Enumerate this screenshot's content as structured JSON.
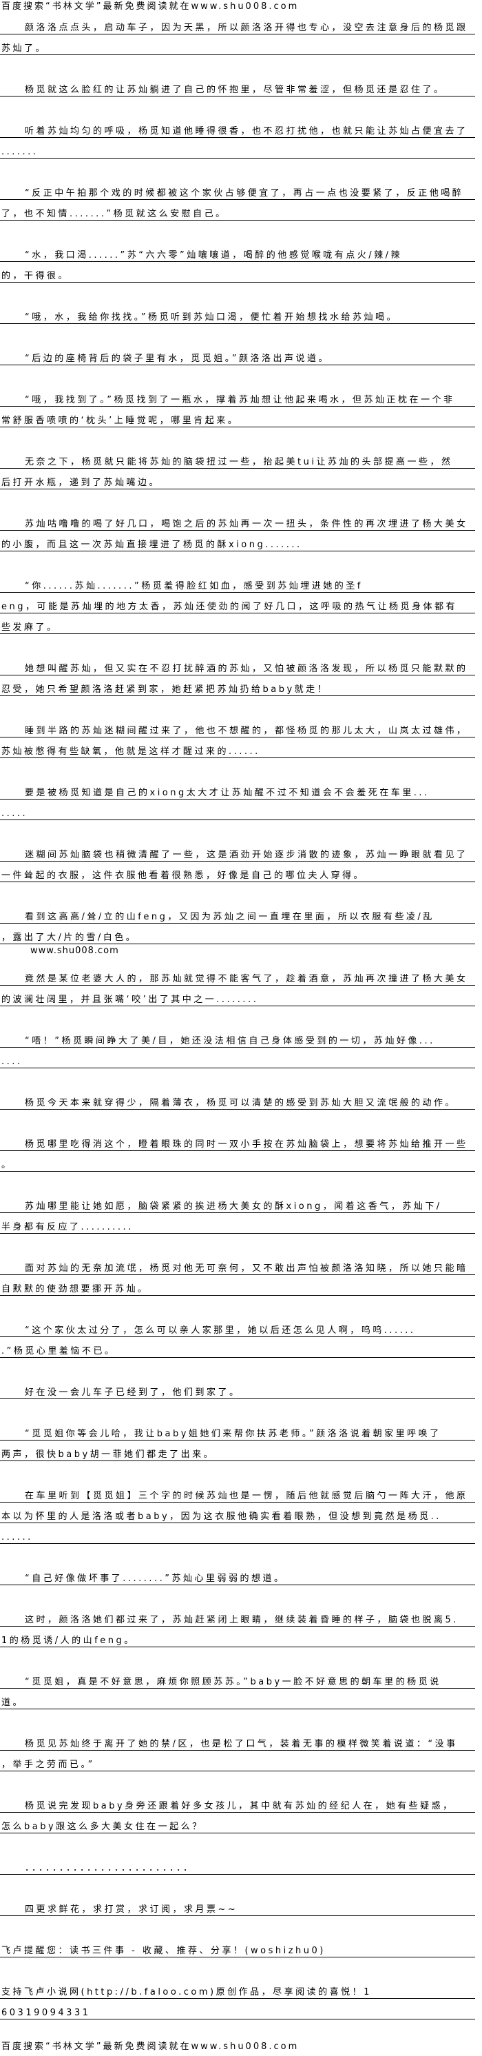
{
  "banner": "百度搜索“书林文学”最新免费阅读就在www.shu008.com",
  "items": [
    {
      "type": "p",
      "lines": [
        "颜洛洛点点头，启动车子，因为天黑，所以颜洛洛开得也专心，没空去注意身后的杨觅跟",
        "苏灿了。"
      ]
    },
    {
      "type": "p",
      "lines": [
        "杨觅就这么脸红的让苏灿躺进了自己的怀抱里，尽管非常羞涩，但杨觅还是忍住了。"
      ]
    },
    {
      "type": "p",
      "lines": [
        "听着苏灿均匀的呼吸，杨觅知道他睡得很香，也不忍打扰他，也就只能让苏灿占便宜去了",
        "......."
      ]
    },
    {
      "type": "p",
      "lines": [
        "“反正中午拍那个戏的时候都被这个家伙占够便宜了，再占一点也没要紧了，反正他喝醉",
        "了，也不知情.......”杨觅就这么安慰自己。"
      ]
    },
    {
      "type": "p",
      "lines": [
        "“水，我口渴......”苏“六六零”灿嚷嚷道，喝醉的他感觉喉咙有点火/辣/辣",
        "的，干得很。"
      ]
    },
    {
      "type": "p",
      "lines": [
        "“哦，水，我给你找找。”杨觅听到苏灿口渴，便忙着开始想找水给苏灿喝。"
      ]
    },
    {
      "type": "p",
      "lines": [
        "“后边的座椅背后的袋子里有水，觅觅姐。”颜洛洛出声说道。"
      ]
    },
    {
      "type": "p",
      "lines": [
        "“哦，我找到了。”杨觅找到了一瓶水，撑着苏灿想让他起来喝水，但苏灿正枕在一个非",
        "常舒服香喷喷的‘枕头’上睡觉呢，哪里肯起来。"
      ]
    },
    {
      "type": "p",
      "lines": [
        "无奈之下，杨觅就只能将苏灿的脑袋扭过一些，抬起美tui让苏灿的头部提高一些，然",
        "后打开水瓶，递到了苏灿嘴边。"
      ]
    },
    {
      "type": "p",
      "lines": [
        "苏灿咕噜噜的喝了好几口，喝饱之后的苏灿再一次一扭头，条件性的再次埋进了杨大美女",
        "的小腹，而且这一次苏灿直接埋进了杨觅的酥xiong......."
      ]
    },
    {
      "type": "p",
      "lines": [
        "“你......苏灿.......”杨觅羞得脸红如血，感受到苏灿埋进她的圣f",
        "eng，可能是苏灿埋的地方太香，苏灿还使劲的闻了好几口，这呼吸的热气让杨觅身体都有",
        "些发麻了。"
      ]
    },
    {
      "type": "p",
      "lines": [
        "她想叫醒苏灿，但又实在不忍打扰醉酒的苏灿，又怕被颜洛洛发现，所以杨觅只能默默的",
        "忍受，她只希望颜洛洛赶紧到家，她赶紧把苏灿扔给baby就走！"
      ]
    },
    {
      "type": "p",
      "lines": [
        "睡到半路的苏灿迷糊间醒过来了，他也不想醒的，都怪杨觅的那儿太大，山岚太过雄伟，",
        "苏灿被憋得有些缺氧，他就是这样才醒过来的......"
      ]
    },
    {
      "type": "p",
      "lines": [
        "要是被杨觅知道是自己的xiong太大才让苏灿醒不过不知道会不会羞死在车里...",
        "....."
      ]
    },
    {
      "type": "p",
      "lines": [
        "迷糊间苏灿脑袋也稍微清醒了一些，这是酒劲开始逐步消散的迹象，苏灿一睁眼就看见了",
        "一件耸起的衣服，这件衣服他看着很熟悉，好像是自己的哪位夫人穿得。"
      ]
    },
    {
      "type": "p",
      "lines": [
        "看到这高高/耸/立的山feng，又因为苏灿之间一直埋在里面，所以衣服有些凌/乱",
        "，露出了大/片的雪/白色。"
      ]
    },
    {
      "type": "wm",
      "text": "www.shu008.com"
    },
    {
      "type": "p",
      "lines": [
        "竟然是某位老婆大人的，那苏灿就觉得不能客气了，趁着酒意，苏灿再次撞进了杨大美女",
        "的波澜壮阔里，并且张嘴‘咬’出了其中之一........"
      ]
    },
    {
      "type": "p",
      "lines": [
        "“唔！”杨觅瞬间睁大了美/目，她还没法相信自己身体感受到的一切，苏灿好像...",
        "...."
      ]
    },
    {
      "type": "p",
      "lines": [
        "杨觅今天本来就穿得少，隔着薄衣，杨觅可以清楚的感受到苏灿大胆又流氓般的动作。"
      ]
    },
    {
      "type": "p",
      "lines": [
        "杨觅哪里吃得消这个，瞪着眼珠的同时一双小手按在苏灿脑袋上，想要将苏灿给推开一些",
        "。"
      ]
    },
    {
      "type": "p",
      "lines": [
        "苏灿哪里能让她如愿，脑袋紧紧的挨进杨大美女的酥xiong，闻着这香气，苏灿下/",
        "半身都有反应了.........."
      ]
    },
    {
      "type": "p",
      "lines": [
        "面对苏灿的无奈加流氓，杨觅对他无可奈何，又不敢出声怕被颜洛洛知晓，所以她只能暗",
        "自默默的使劲想要挪开苏灿。"
      ]
    },
    {
      "type": "p",
      "lines": [
        "“这个家伙太过分了，怎么可以亲人家那里，她以后还怎么见人啊，呜呜......",
        ".”杨觅心里羞恼不已。"
      ]
    },
    {
      "type": "p",
      "lines": [
        "好在没一会儿车子已经到了，他们到家了。"
      ]
    },
    {
      "type": "p",
      "lines": [
        "“觅觅姐你等会儿哈，我让baby姐她们来帮你扶苏老师。”颜洛洛说着朝家里呼唤了",
        "两声，很快baby胡一菲她们都走了出来。"
      ]
    },
    {
      "type": "p",
      "lines": [
        "在车里听到【觅觅姐】三个字的时候苏灿也是一愣，随后他就感觉后脑勺一阵大汗，他原",
        "本以为怀里的人是洛洛或者baby，因为这衣服他确实看着眼熟，但没想到竟然是杨觅..",
        "......"
      ]
    },
    {
      "type": "p",
      "lines": [
        "“自己好像做坏事了........”苏灿心里弱弱的想道。"
      ]
    },
    {
      "type": "p",
      "lines": [
        "这时，颜洛洛她们都过来了，苏灿赶紧闭上眼睛，继续装着昏睡的样子，脑袋也脱离5.",
        "1的杨觅诱/人的山feng。"
      ]
    },
    {
      "type": "p",
      "lines": [
        "“觅觅姐，真是不好意思，麻烦你照顾苏苏。”baby一脸不好意思的朝车里的杨觅说",
        "道。"
      ]
    },
    {
      "type": "p",
      "lines": [
        "杨觅见苏灿终于离开了她的禁/区，也是松了口气，装着无事的模样微笑着说道：“没事",
        "，举手之劳而已。”"
      ]
    },
    {
      "type": "p",
      "lines": [
        "杨觅说完发现baby身旁还跟着好多女孩儿，其中就有苏灿的经纪人在，她有些疑惑，",
        "怎么baby跟这么多大美女住在一起么？"
      ]
    },
    {
      "type": "p",
      "lines": [
        "．．．．．．．．．．．．．．．．．．．．．．．．"
      ]
    },
    {
      "type": "p",
      "lines": [
        "四更求鲜花，求打赏，求订阅，求月票~~"
      ]
    },
    {
      "type": "p",
      "noindent": true,
      "lines": [
        "飞卢提醒您：读书三件事 - 收藏、推荐、分享！(woshizhu0)"
      ]
    },
    {
      "type": "p",
      "noindent": true,
      "lines": [
        "支持飞卢小说网(http://b.faloo.com)原创作品，尽享阅读的喜悦！1",
        "60319094331"
      ]
    }
  ]
}
